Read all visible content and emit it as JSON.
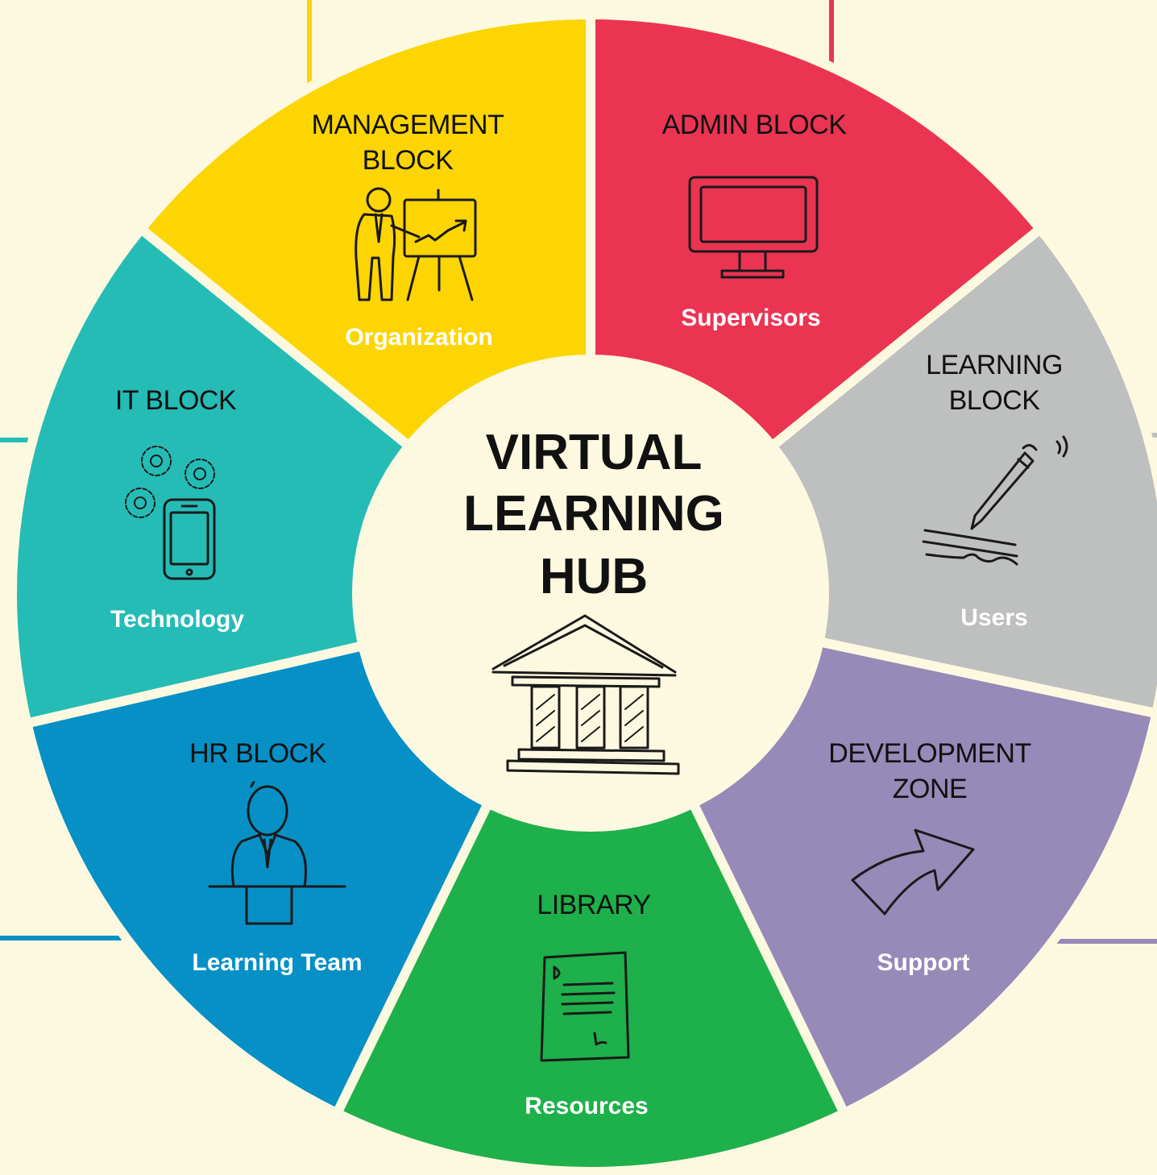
{
  "center": {
    "title_lines": [
      "VIRTUAL",
      "LEARNING",
      "HUB"
    ],
    "icon": "building-icon"
  },
  "segments": [
    {
      "id": "management",
      "title_lines": [
        "MANAGEMENT",
        "BLOCK"
      ],
      "subtitle": "Organization",
      "color": "#fdd502",
      "icon": "presentation-icon"
    },
    {
      "id": "admin",
      "title_lines": [
        "ADMIN BLOCK"
      ],
      "subtitle": "Supervisors",
      "color": "#eb3452",
      "icon": "monitor-icon"
    },
    {
      "id": "learning",
      "title_lines": [
        "LEARNING",
        "BLOCK"
      ],
      "subtitle": "Users",
      "color": "#bebfbf",
      "icon": "pencil-writing-icon"
    },
    {
      "id": "development",
      "title_lines": [
        "DEVELOPMENT",
        "ZONE"
      ],
      "subtitle": "Support",
      "color": "#968ab8",
      "icon": "arrow-curve-icon"
    },
    {
      "id": "library",
      "title_lines": [
        "LIBRARY"
      ],
      "subtitle": "Resources",
      "color": "#1eb04b",
      "icon": "document-icon"
    },
    {
      "id": "hr",
      "title_lines": [
        "HR BLOCK"
      ],
      "subtitle": "Learning Team",
      "color": "#0690c6",
      "icon": "person-desk-icon"
    },
    {
      "id": "it",
      "title_lines": [
        "IT BLOCK"
      ],
      "subtitle": "Technology",
      "color": "#25bcb6",
      "icon": "gears-phone-icon"
    }
  ],
  "colors": {
    "background": "#fdf9e0",
    "divider": "#fdf9e0",
    "ink": "#1a1a1a"
  }
}
